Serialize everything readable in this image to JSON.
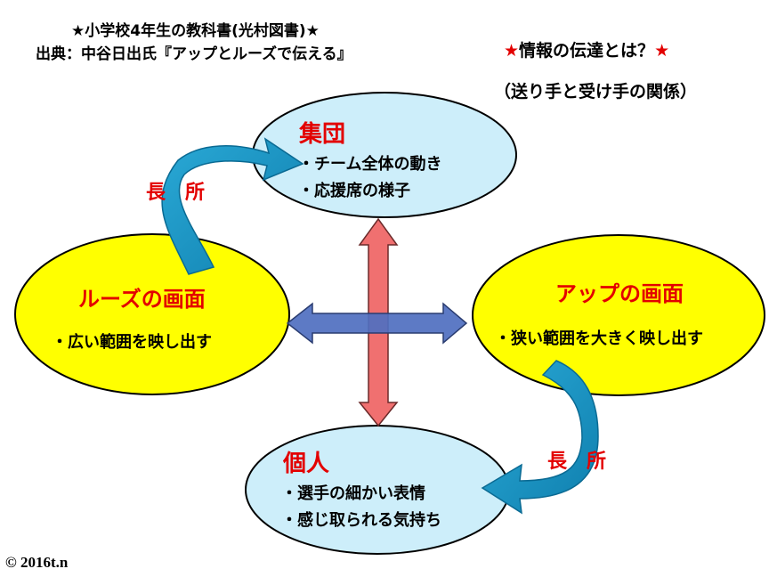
{
  "source": {
    "line1": "★小学校4年生の教科書(光村図書)★",
    "line2": "出典：中谷日出氏『アップとルーズで伝える』"
  },
  "heading": {
    "star_left": "★",
    "title": "情報の伝達とは？",
    "star_right": "★",
    "subtitle": "（送り手と受け手の関係）"
  },
  "nodes": {
    "group": {
      "title": "集団",
      "items": [
        "・チーム全体の動き",
        "・応援席の様子"
      ]
    },
    "loose": {
      "title": "ルーズの画面",
      "items": [
        "・広い範囲を映し出す"
      ]
    },
    "up": {
      "title": "アップの画面",
      "items": [
        "・狭い範囲を大きく映し出す"
      ]
    },
    "individual": {
      "title": "個人",
      "items": [
        "・選手の細かい表情",
        "・感じ取られる気持ち"
      ]
    }
  },
  "labels": {
    "merit_left": "長　所",
    "merit_right": "長　所"
  },
  "copyright": "© 2016t.n",
  "colors": {
    "ellipse_blue": "#cdeefa",
    "ellipse_yellow": "#ffff00",
    "title_red": "#e30000",
    "arrow_red": "#f07070",
    "arrow_blue": "#4f6fc0",
    "curve_teal": "#1e9cc8"
  }
}
